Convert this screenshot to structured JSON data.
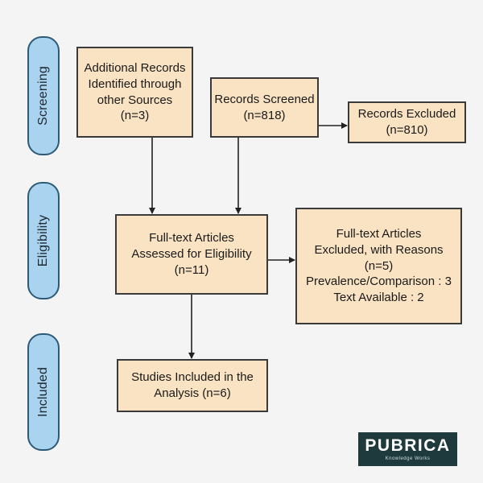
{
  "stages": {
    "screening": "Screening",
    "eligibility": "Eligibility",
    "included": "Included"
  },
  "boxes": {
    "additional_records": {
      "lines": [
        "Additional Records",
        "Identified through",
        "other Sources",
        "(n=3)"
      ]
    },
    "records_screened": {
      "lines": [
        "Records Screened",
        "(n=818)"
      ]
    },
    "records_excluded": {
      "lines": [
        "Records Excluded",
        "(n=810)"
      ]
    },
    "fulltext_assessed": {
      "lines": [
        "Full-text Articles",
        "Assessed for Eligibility",
        "(n=11)"
      ]
    },
    "fulltext_excluded": {
      "lines": [
        "Full-text Articles",
        "Excluded, with Reasons",
        "(n=5)",
        "Prevalence/Comparison : 3",
        "Text Available : 2"
      ]
    },
    "studies_included": {
      "lines": [
        "Studies Included in the",
        "Analysis (n=6)"
      ]
    }
  },
  "logo": {
    "name": "PUBRICA",
    "tagline": "Knowledge Works"
  },
  "colors": {
    "stage_fill": "#a9d3ee",
    "stage_border": "#2d5b77",
    "box_fill": "#fae3c3",
    "box_border": "#3a3a3a",
    "logo_bg": "#1f3a3d"
  }
}
